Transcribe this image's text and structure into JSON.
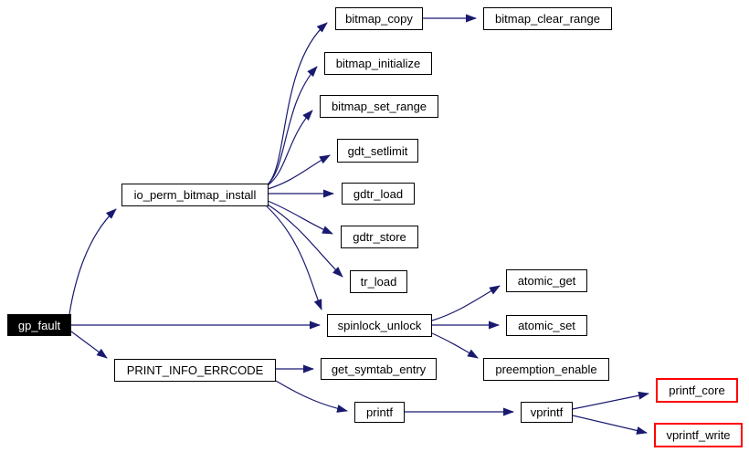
{
  "diagram": {
    "kind": "call-graph",
    "background_color": "#ffffff",
    "edge_color": "#191970",
    "node_fill_color": "#ffffff",
    "node_border_color": "#000000",
    "node_text_color": "#000000",
    "root_node_fill_color": "#000000",
    "root_node_text_color": "#ffffff",
    "truncated_node_border_color": "#ff0000"
  },
  "nodes": [
    {
      "id": "gp_fault",
      "label": "gp_fault"
    },
    {
      "id": "io_perm_bitmap_install",
      "label": "io_perm_bitmap_install"
    },
    {
      "id": "bitmap_copy",
      "label": "bitmap_copy"
    },
    {
      "id": "bitmap_clear_range",
      "label": "bitmap_clear_range"
    },
    {
      "id": "bitmap_initialize",
      "label": "bitmap_initialize"
    },
    {
      "id": "bitmap_set_range",
      "label": "bitmap_set_range"
    },
    {
      "id": "gdt_setlimit",
      "label": "gdt_setlimit"
    },
    {
      "id": "gdtr_load",
      "label": "gdtr_load"
    },
    {
      "id": "gdtr_store",
      "label": "gdtr_store"
    },
    {
      "id": "tr_load",
      "label": "tr_load"
    },
    {
      "id": "spinlock_unlock",
      "label": "spinlock_unlock"
    },
    {
      "id": "atomic_get",
      "label": "atomic_get"
    },
    {
      "id": "atomic_set",
      "label": "atomic_set"
    },
    {
      "id": "preemption_enable",
      "label": "preemption_enable"
    },
    {
      "id": "PRINT_INFO_ERRCODE",
      "label": "PRINT_INFO_ERRCODE"
    },
    {
      "id": "get_symtab_entry",
      "label": "get_symtab_entry"
    },
    {
      "id": "printf",
      "label": "printf"
    },
    {
      "id": "vprintf",
      "label": "vprintf"
    },
    {
      "id": "printf_core",
      "label": "printf_core"
    },
    {
      "id": "vprintf_write",
      "label": "vprintf_write"
    }
  ],
  "edges": [
    {
      "from": "gp_fault",
      "to": "io_perm_bitmap_install"
    },
    {
      "from": "gp_fault",
      "to": "spinlock_unlock"
    },
    {
      "from": "gp_fault",
      "to": "PRINT_INFO_ERRCODE"
    },
    {
      "from": "io_perm_bitmap_install",
      "to": "bitmap_copy"
    },
    {
      "from": "bitmap_copy",
      "to": "bitmap_clear_range"
    },
    {
      "from": "io_perm_bitmap_install",
      "to": "bitmap_initialize"
    },
    {
      "from": "io_perm_bitmap_install",
      "to": "bitmap_set_range"
    },
    {
      "from": "io_perm_bitmap_install",
      "to": "gdt_setlimit"
    },
    {
      "from": "io_perm_bitmap_install",
      "to": "gdtr_load"
    },
    {
      "from": "io_perm_bitmap_install",
      "to": "gdtr_store"
    },
    {
      "from": "io_perm_bitmap_install",
      "to": "tr_load"
    },
    {
      "from": "io_perm_bitmap_install",
      "to": "spinlock_unlock"
    },
    {
      "from": "spinlock_unlock",
      "to": "atomic_get"
    },
    {
      "from": "spinlock_unlock",
      "to": "atomic_set"
    },
    {
      "from": "spinlock_unlock",
      "to": "preemption_enable"
    },
    {
      "from": "PRINT_INFO_ERRCODE",
      "to": "get_symtab_entry"
    },
    {
      "from": "PRINT_INFO_ERRCODE",
      "to": "printf"
    },
    {
      "from": "printf",
      "to": "vprintf"
    },
    {
      "from": "vprintf",
      "to": "printf_core"
    },
    {
      "from": "vprintf",
      "to": "vprintf_write"
    }
  ]
}
